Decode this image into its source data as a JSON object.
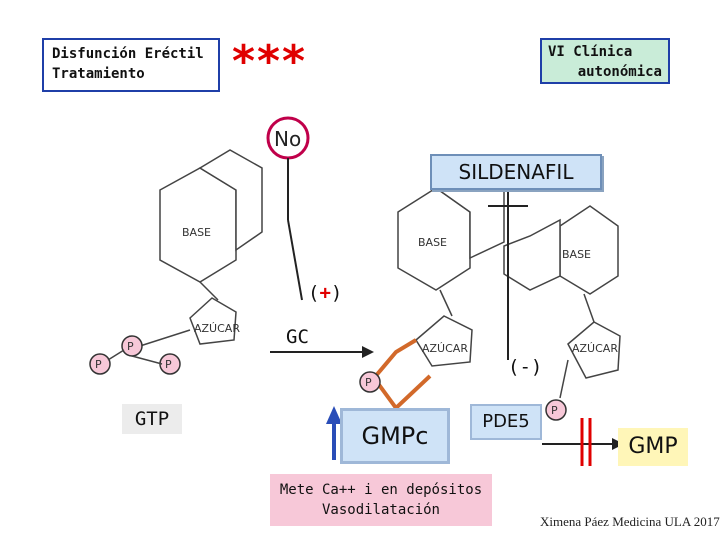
{
  "header": {
    "title_line1": "Disfunción Eréctil",
    "title_line2": "Tratamiento",
    "stars": "***",
    "module_line1": "VI Clínica",
    "module_line2": "autonómica"
  },
  "diagram": {
    "no_label": "No",
    "drug": "SILDENAFIL",
    "base_label": "BASE",
    "sugar_label": "AZÚCAR",
    "phosphate_label": "P",
    "activation_open": "(",
    "activation_sign": "+",
    "activation_close": ")",
    "enzyme_gc": "GC",
    "inhibition_label": "(-)",
    "substrate": "GTP",
    "product": "GMPc",
    "enzyme_pde": "PDE5",
    "end_product": "GMP",
    "effect_line1": "Mete Ca++ i en depósitos",
    "effect_line2": "Vasodilatación"
  },
  "footer": {
    "credit": "Ximena Páez Medicina ULA 2017"
  },
  "colors": {
    "accent_red": "#e00000",
    "box_blue": "#cfe3f7",
    "box_green": "#c9ecd8",
    "box_pink": "#f7c8d8",
    "box_yellow": "#fff6b8",
    "border_blue": "#1f3fa8"
  }
}
